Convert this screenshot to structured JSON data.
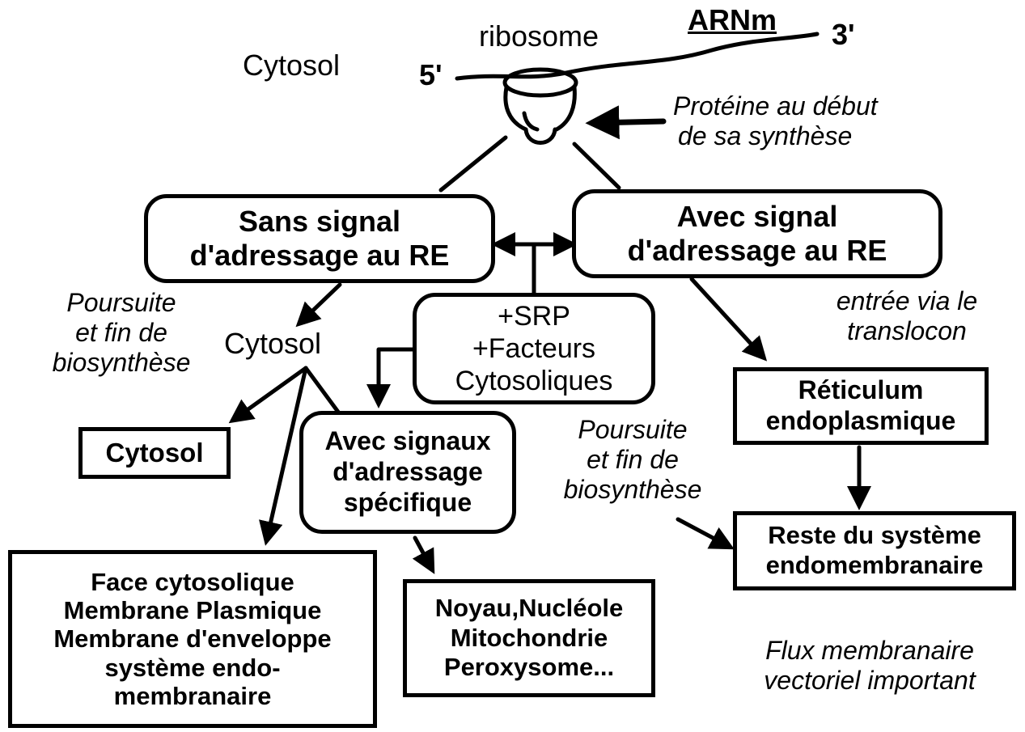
{
  "labels": {
    "cytosol_top": "Cytosol",
    "ribosome": "ribosome",
    "mrna": "ARNm",
    "five_prime": "5'",
    "three_prime": "3'",
    "protein_start": [
      "Protéine au début",
      "de sa synthèse"
    ],
    "continue_left": [
      "Poursuite",
      "et fin de",
      "biosynthèse"
    ],
    "cytosol_mid": "Cytosol",
    "entry_translocon": [
      "entrée via le",
      "translocon"
    ],
    "continue_mid": [
      "Poursuite",
      "et fin de",
      "biosynthèse"
    ],
    "membrane_flux": [
      "Flux membranaire",
      "vectoriel important"
    ]
  },
  "boxes": {
    "no_signal": [
      "Sans signal",
      "d'adressage au RE"
    ],
    "with_signal": [
      "Avec signal",
      "d'adressage au RE"
    ],
    "srp": [
      "+SRP",
      "+Facteurs",
      "Cytosoliques"
    ],
    "specific_signals": [
      "Avec signaux",
      "d'adressage",
      "spécifique"
    ],
    "cytosol_box": [
      "Cytosol"
    ],
    "reticulum": [
      "Réticulum",
      "endoplasmique"
    ],
    "endomembrane": [
      "Reste du système",
      "endomembranaire"
    ],
    "cytosolic_face": [
      "Face cytosolique",
      "Membrane Plasmique",
      "Membrane d'enveloppe",
      "système endo-",
      "membranaire"
    ],
    "nucleus": [
      "Noyau,Nucléole",
      "Mitochondrie",
      "Peroxysome..."
    ]
  }
}
